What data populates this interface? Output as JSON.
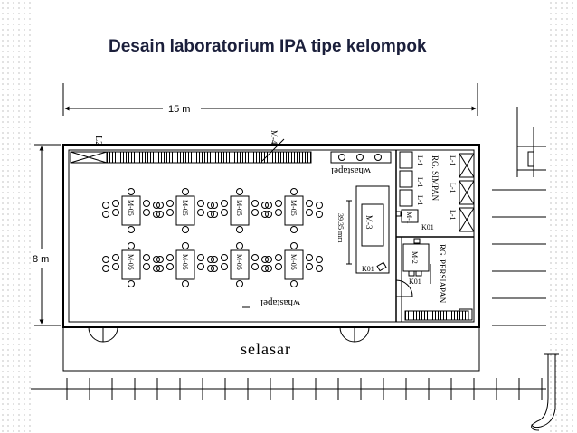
{
  "title": "Desain laboratorium IPA tipe kelompok",
  "dimensions": {
    "width": "15 m",
    "height": "8 m"
  },
  "rooms": {
    "corridor": "selasar",
    "storage": "RG. SIMPAN",
    "prep": "RG. PERSIAPAN"
  },
  "sinks": {
    "top": "whastapel",
    "bottom": "whastapel"
  },
  "labels": {
    "l2": "L2",
    "m4": "M-4",
    "m3": "M-3",
    "m2": "M-2",
    "m1": "M-1",
    "k01": "K01",
    "l1": "L-1",
    "m3_dim": "39.35 mm",
    "group_table": "M-05"
  },
  "colors": {
    "line": "#000000",
    "title": "#1b1f3b",
    "dots": "#c9c9c9"
  }
}
